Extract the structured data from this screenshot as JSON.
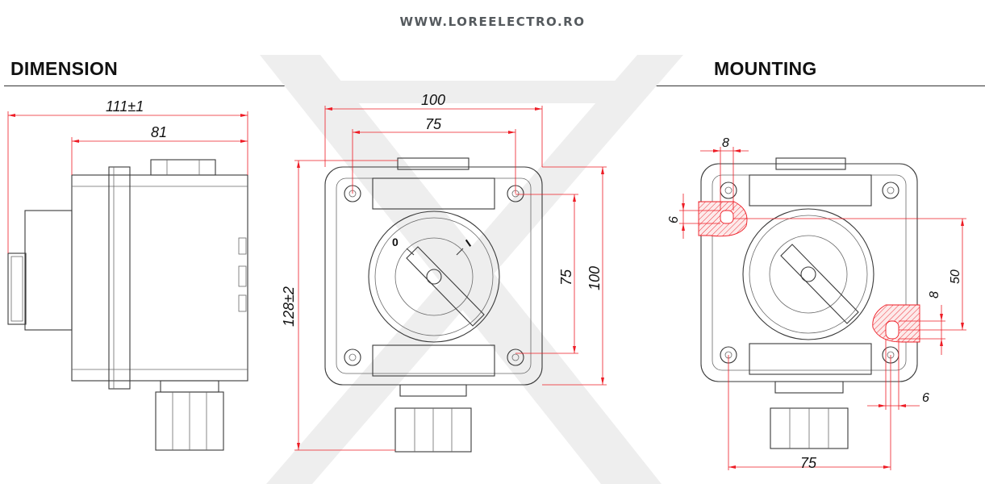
{
  "header": {
    "site_url": "WWW.LOREELECTRO.RO",
    "dimension_title": "DIMENSION",
    "mounting_title": "MOUNTING"
  },
  "side_view": {
    "overall_length": "111±1",
    "body_length": "81"
  },
  "front_view": {
    "width_outer": "100",
    "hole_spacing_h": "75",
    "height_total": "128±2",
    "hole_spacing_v": "75",
    "height_box": "100",
    "switch_pos_off": "0",
    "switch_pos_on": "I"
  },
  "mounting_view": {
    "slot_width_top": "8",
    "slot_height_left": "6",
    "hole_offset_v": "50",
    "slot_height_right": "8",
    "slot_width_bottom": "6",
    "hole_spacing_h": "75"
  },
  "colors": {
    "dimension_lines": "#ee1c25",
    "outline": "#3a3a3a",
    "watermark": "#ececec"
  }
}
